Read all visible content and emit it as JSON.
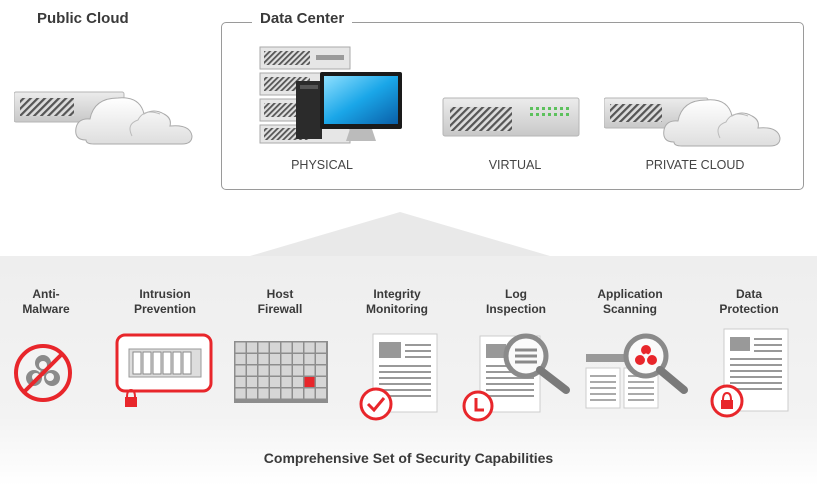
{
  "public_cloud": {
    "title": "Public Cloud"
  },
  "data_center": {
    "title": "Data Center",
    "items": [
      {
        "label": "PHYSICAL",
        "icon": "server-and-monitor-icon"
      },
      {
        "label": "VIRTUAL",
        "icon": "virtual-appliance-icon"
      },
      {
        "label": "PRIVATE CLOUD",
        "icon": "private-cloud-icon"
      }
    ]
  },
  "capabilities": [
    {
      "label": "Anti-\nMalware",
      "icon": "biohazard-prohibited-icon"
    },
    {
      "label": "Intrusion\nPrevention",
      "icon": "intrusion-prevention-appliance-icon"
    },
    {
      "label": "Host\nFirewall",
      "icon": "firewall-grid-icon"
    },
    {
      "label": "Integrity\nMonitoring",
      "icon": "document-checkmark-icon"
    },
    {
      "label": "Log\nInspection",
      "icon": "document-magnifier-clock-icon"
    },
    {
      "label": "Application\nScanning",
      "icon": "document-magnifier-biohazard-icon"
    },
    {
      "label": "Data\nProtection",
      "icon": "document-lock-icon"
    }
  ],
  "footer": "Comprehensive Set of Security Capabilities",
  "colors": {
    "accent": "#e8262b",
    "text": "#3a3a3a",
    "panel": "#eeeeee"
  }
}
